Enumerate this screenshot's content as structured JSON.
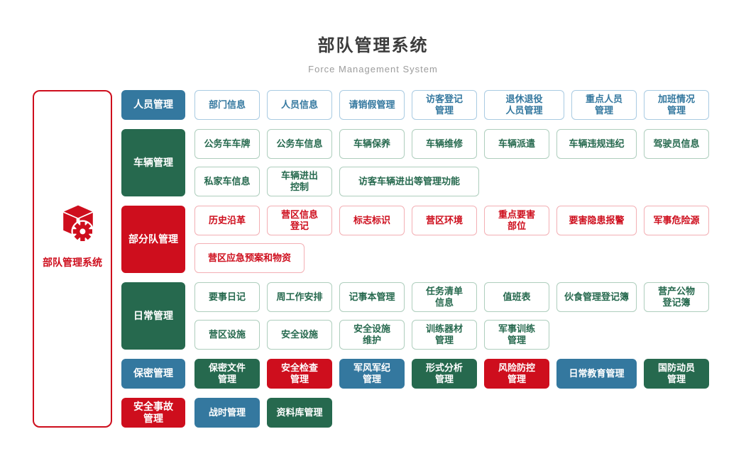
{
  "header": {
    "title": "部队管理系统",
    "subtitle": "Force Management System"
  },
  "sidebar": {
    "label": "部队管理系统",
    "icon": "cube-gear-icon"
  },
  "colors": {
    "blue": "#34789f",
    "green": "#26694e",
    "red": "#ce0e1d",
    "outline_blue": "#a9cbe2",
    "outline_green": "#aecebd",
    "outline_red": "#f3afb4"
  },
  "rows": [
    {
      "category": "人员管理",
      "color": "blue",
      "items": [
        [
          "部门信息",
          "人员信息",
          "请销假管理",
          "访客登记\n管理",
          "退休退役\n人员管理",
          "重点人员\n管理",
          "加班情况\n管理"
        ]
      ]
    },
    {
      "category": "车辆管理",
      "color": "green",
      "items": [
        [
          "公务车车牌",
          "公务车信息",
          "车辆保养",
          "车辆维修",
          "车辆派遣",
          "车辆违规违纪",
          "驾驶员信息"
        ],
        [
          "私家车信息",
          "车辆进出\n控制",
          "访客车辆进出等管理功能"
        ]
      ]
    },
    {
      "category": "部分队管理",
      "color": "red",
      "items": [
        [
          "历史沿革",
          "营区信息\n登记",
          "标志标识",
          "营区环境",
          "重点要害\n部位",
          "要害隐患报警",
          "军事危险源"
        ],
        [
          "营区应急预案和物资"
        ]
      ]
    },
    {
      "category": "日常管理",
      "color": "green",
      "items": [
        [
          "要事日记",
          "周工作安排",
          "记事本管理",
          "任务清单\n信息",
          "值班表",
          "伙食管理登记簿",
          "营产公物\n登记簿"
        ],
        [
          "营区设施",
          "安全设施",
          "安全设施\n维护",
          "训练器材\n管理",
          "军事训练\n管理"
        ]
      ]
    },
    {
      "category": "保密管理",
      "color": "blue",
      "items": [
        [
          "保密文件\n管理",
          "安全检查\n管理",
          "军风军纪\n管理",
          "形式分析\n管理",
          "风险防控\n管理",
          "日常教育管理",
          "国防动员\n管理"
        ]
      ],
      "item_colors": [
        "green",
        "red",
        "blue",
        "green",
        "red",
        "blue",
        "green"
      ]
    },
    {
      "category": "安全事故\n管理",
      "color": "red",
      "items": [
        [
          "战时管理",
          "资料库管理"
        ]
      ],
      "item_colors": [
        "blue",
        "green"
      ]
    }
  ]
}
